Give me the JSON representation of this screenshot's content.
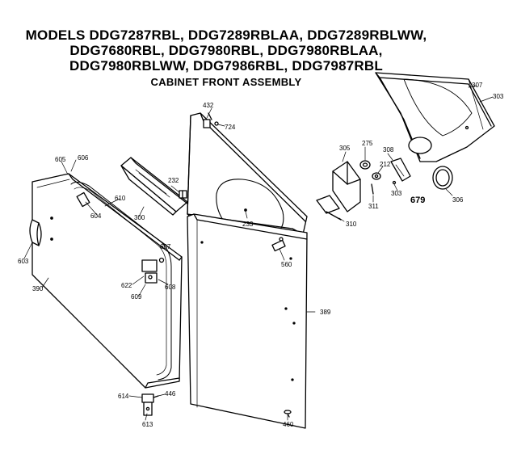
{
  "title": {
    "lines": [
      "MODELS DDG7287RBL, DDG7289RBLAA, DDG7289RBLWW,",
      "DDG7680RBL, DDG7980RBL, DDG7980RBLAA,",
      "DDG7980RBLWW, DDG7986RBL, DDG7987RBL"
    ],
    "subtitle": "CABINET FRONT ASSEMBLY"
  },
  "callouts": {
    "c432": "432",
    "c724": "724",
    "c307": "307",
    "c303a": "303",
    "c605": "605",
    "c606": "606",
    "c232": "232",
    "c305": "305",
    "c275": "275",
    "c308": "308",
    "c212": "212",
    "c610": "610",
    "c604": "604",
    "c300": "300",
    "c303b": "303",
    "c679": "679",
    "c306": "306",
    "c311": "311",
    "c233": "233",
    "c310": "310",
    "c603": "603",
    "c607": "607",
    "c560": "560",
    "c622": "622",
    "c608": "608",
    "c609": "609",
    "c390": "390",
    "c389": "389",
    "c614": "614",
    "c446": "446",
    "c613": "613",
    "c460": "460"
  }
}
